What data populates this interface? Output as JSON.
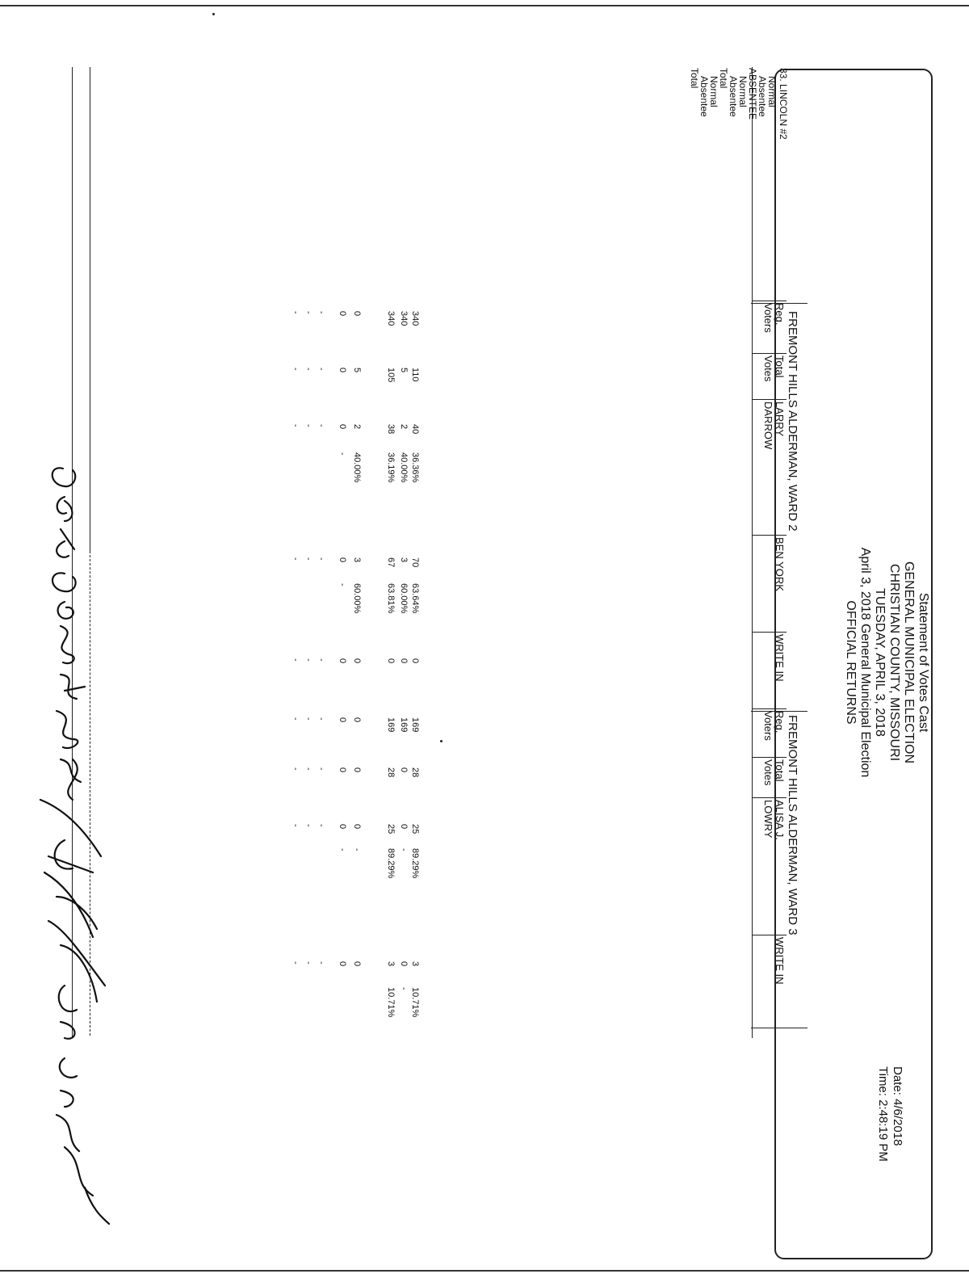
{
  "header": {
    "title_lines": [
      "Statement of Votes Cast",
      "GENERAL MUNICIPAL ELECTION",
      "CHRISTIAN COUNTY, MISSOURI",
      "TUESDAY, APRIL 3, 2018",
      "April 3, 2018 General Municipal Election",
      "OFFICIAL RETURNS"
    ],
    "date": "Date: 4/6/2018",
    "time": "Time: 2:48:19 PM"
  },
  "precinct": "33. LINCOLN #2",
  "row_labels": [
    "Normal",
    "Absentee",
    "ABSENTEE",
    "Normal",
    "Absentee",
    "Total",
    "Normal",
    "Absentee",
    "Total"
  ],
  "contests": [
    {
      "title": "FREMONT HILLS ALDERMAN, WARD 2",
      "headers": {
        "reg_voters": "Reg. Voters",
        "total_votes": "Total Votes",
        "cand1": "LARRY DARROW",
        "cand2": "BEN YORK",
        "cand3": "WRITE IN"
      },
      "rows": [
        {
          "reg": "-",
          "total": "-",
          "c1": "-",
          "c1p": "",
          "c2": "-",
          "c2p": "",
          "c3": "-",
          "c3p": ""
        },
        {
          "reg": "-",
          "total": "-",
          "c1": "-",
          "c1p": "",
          "c2": "-",
          "c2p": "",
          "c3": "-",
          "c3p": ""
        },
        {
          "reg": "-",
          "total": "-",
          "c1": "-",
          "c1p": "",
          "c2": "-",
          "c2p": "",
          "c3": "-",
          "c3p": ""
        },
        {
          "reg": "0",
          "total": "0",
          "c1": "0",
          "c1p": "-",
          "c2": "0",
          "c2p": "-",
          "c3": "0",
          "c3p": ""
        },
        {
          "reg": "0",
          "total": "5",
          "c1": "2",
          "c1p": "40.00%",
          "c2": "3",
          "c2p": "60.00%",
          "c3": "0",
          "c3p": ""
        },
        {
          "reg": "",
          "total": "",
          "c1": "",
          "c1p": "",
          "c2": "",
          "c2p": "",
          "c3": "",
          "c3p": ""
        },
        {
          "reg": "340",
          "total": "105",
          "c1": "38",
          "c1p": "36.19%",
          "c2": "67",
          "c2p": "63.81%",
          "c3": "0",
          "c3p": ""
        },
        {
          "reg": "340",
          "total": "5",
          "c1": "2",
          "c1p": "40.00%",
          "c2": "3",
          "c2p": "60.00%",
          "c3": "0",
          "c3p": ""
        },
        {
          "reg": "340",
          "total": "110",
          "c1": "40",
          "c1p": "36.36%",
          "c2": "70",
          "c2p": "63.64%",
          "c3": "0",
          "c3p": ""
        }
      ]
    },
    {
      "title": "FREMONT HILLS ALDERMAN, WARD 3",
      "headers": {
        "reg_voters": "Reg. Voters",
        "total_votes": "Total Votes",
        "cand1": "ALISA J. LOWRY",
        "cand2": "WRITE IN"
      },
      "rows": [
        {
          "reg": "-",
          "total": "-",
          "c1": "-",
          "c1p": "",
          "c2": "-",
          "c2p": ""
        },
        {
          "reg": "-",
          "total": "-",
          "c1": "-",
          "c1p": "",
          "c2": "-",
          "c2p": ""
        },
        {
          "reg": "-",
          "total": "-",
          "c1": "-",
          "c1p": "",
          "c2": "-",
          "c2p": ""
        },
        {
          "reg": "0",
          "total": "0",
          "c1": "0",
          "c1p": "-",
          "c2": "0",
          "c2p": ""
        },
        {
          "reg": "0",
          "total": "0",
          "c1": "0",
          "c1p": "-",
          "c2": "0",
          "c2p": ""
        },
        {
          "reg": "",
          "total": "",
          "c1": "",
          "c1p": "",
          "c2": "",
          "c2p": ""
        },
        {
          "reg": "169",
          "total": "28",
          "c1": "25",
          "c1p": "89.29%",
          "c2": "3",
          "c2p": "10.71%"
        },
        {
          "reg": "169",
          "total": "0",
          "c1": "0",
          "c1p": "-",
          "c2": "0",
          "c2p": "-"
        },
        {
          "reg": "169",
          "total": "28",
          "c1": "25",
          "c1p": "89.29%",
          "c2": "3",
          "c2p": "10.71%"
        }
      ]
    }
  ],
  "signature_text": "Carla Carrolls & Clerk ... Jim Perry"
}
